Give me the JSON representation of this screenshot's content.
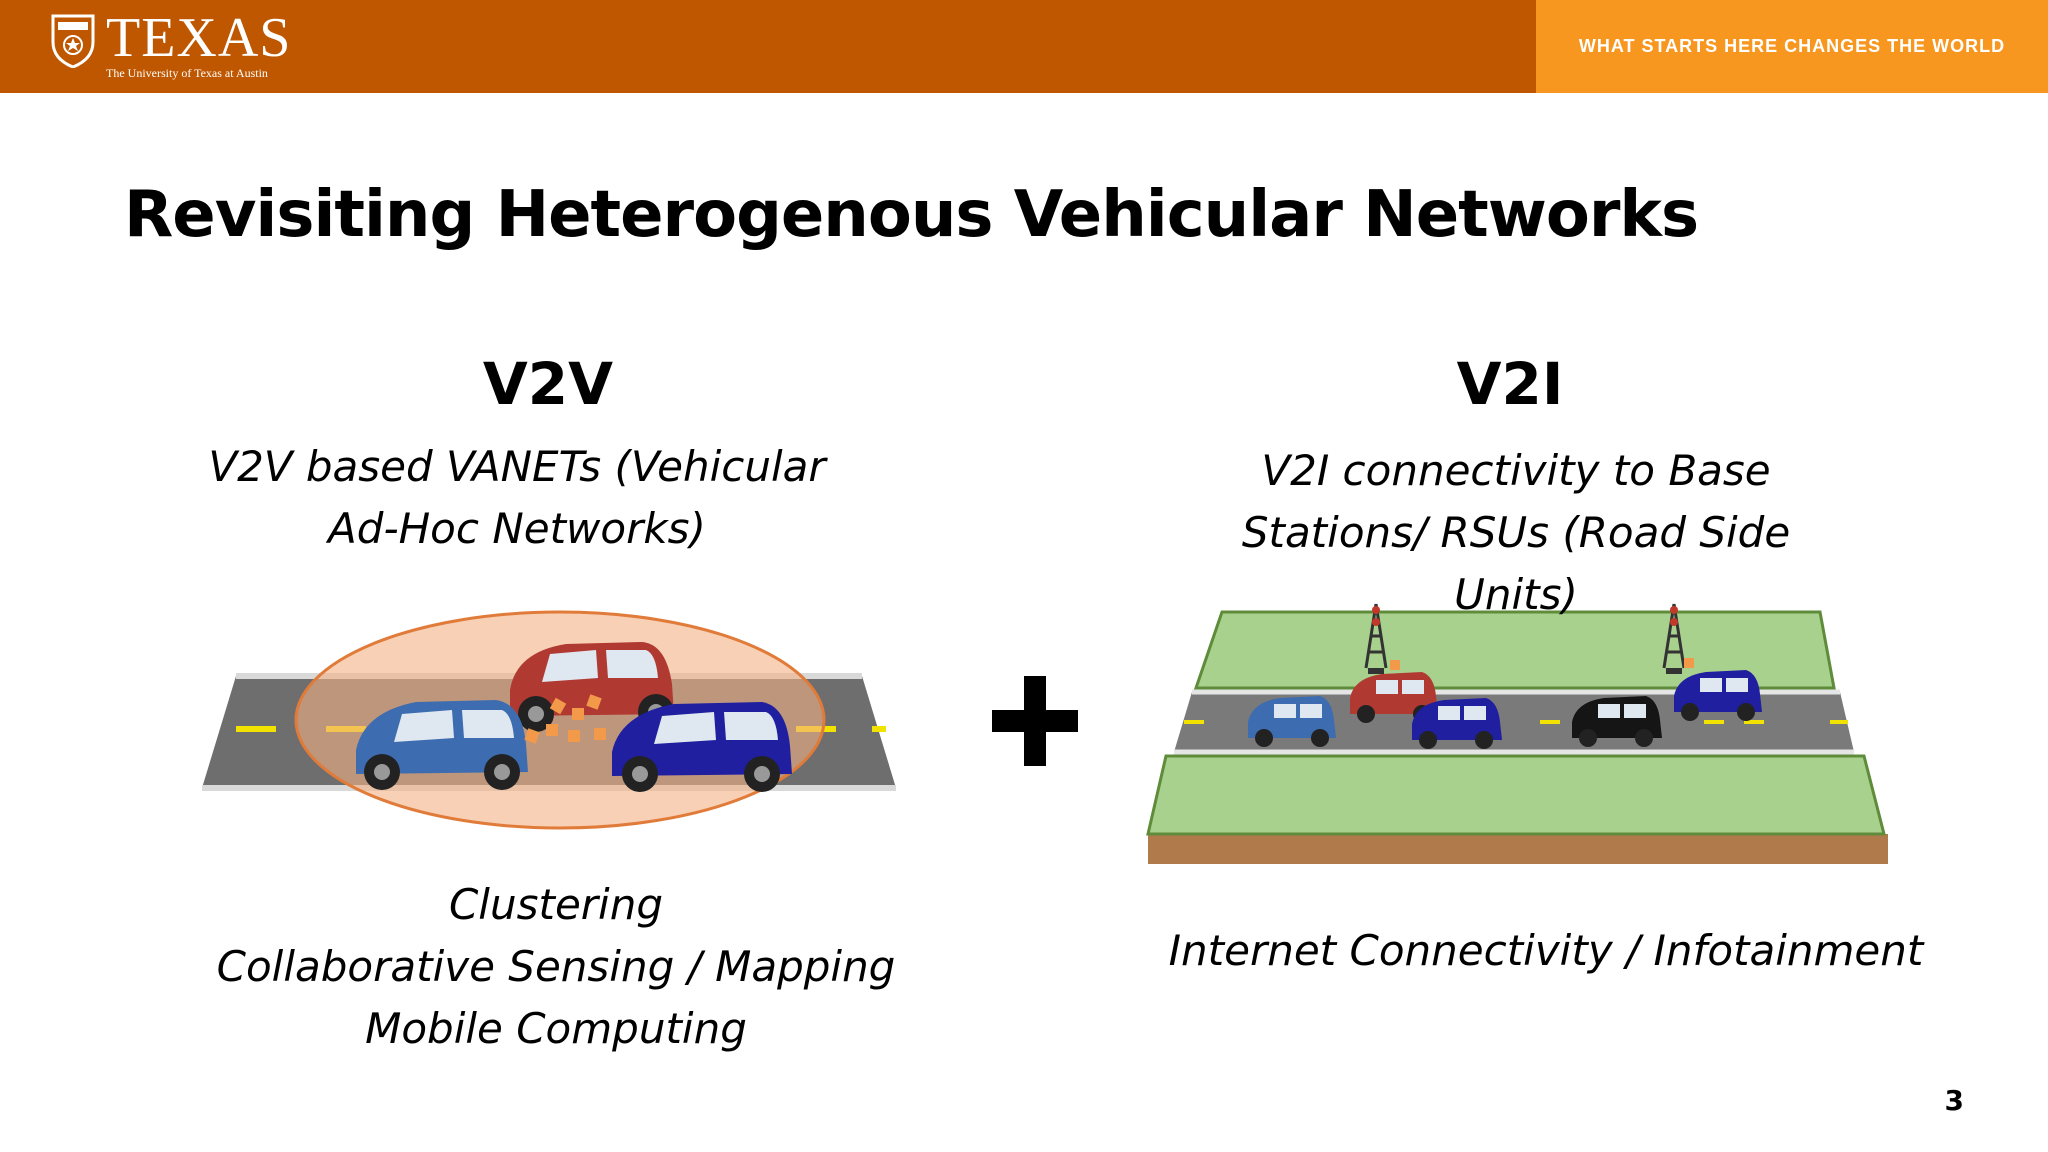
{
  "header": {
    "logo_word": "TEXAS",
    "logo_sub": "The University of Texas at Austin",
    "tagline": "WHAT STARTS HERE CHANGES THE WORLD",
    "colors": {
      "burnt_orange": "#bf5700",
      "light_orange": "#f8971f"
    }
  },
  "slide": {
    "title": "Revisiting Heterogenous Vehicular Networks",
    "page_number": "3"
  },
  "left": {
    "heading": "V2V",
    "description_lines": [
      "V2V based VANETs (Vehicular",
      "Ad-Hoc Networks)"
    ],
    "uses_lines": [
      "Clustering",
      "Collaborative Sensing / Mapping",
      "Mobile Computing"
    ]
  },
  "right": {
    "heading": "V2I",
    "description_lines": [
      "V2I connectivity to Base",
      "Stations/ RSUs (Road Side",
      "Units)"
    ],
    "uses_lines": [
      "Internet Connectivity / Infotainment"
    ]
  },
  "icons": {
    "logo": "longhorn-shield-icon",
    "plus": "plus-icon",
    "tower": "cell-tower-icon",
    "car": "car-icon"
  }
}
